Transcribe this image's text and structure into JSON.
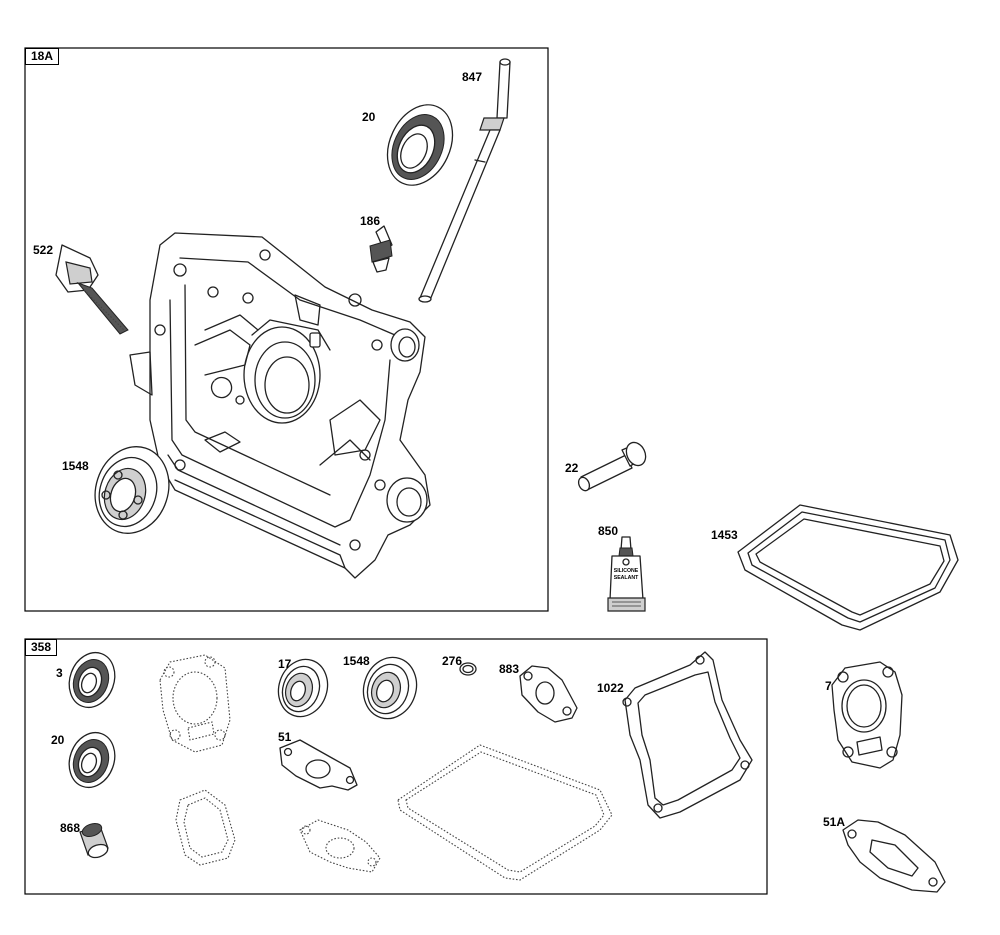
{
  "groups": {
    "group_18a": "18A",
    "group_358": "358"
  },
  "labels": {
    "p847": "847",
    "p20_top": "20",
    "p186": "186",
    "p522": "522",
    "p1548_top": "1548",
    "p22": "22",
    "p850": "850",
    "p1453": "1453",
    "p3": "3",
    "p20_kit": "20",
    "p868": "868",
    "p17": "17",
    "p1548_kit": "1548",
    "p276": "276",
    "p883": "883",
    "p1022": "1022",
    "p51": "51",
    "p7": "7",
    "p51a": "51A"
  },
  "tube_text": {
    "line1": "SILICONE",
    "line2": "SEALANT"
  }
}
